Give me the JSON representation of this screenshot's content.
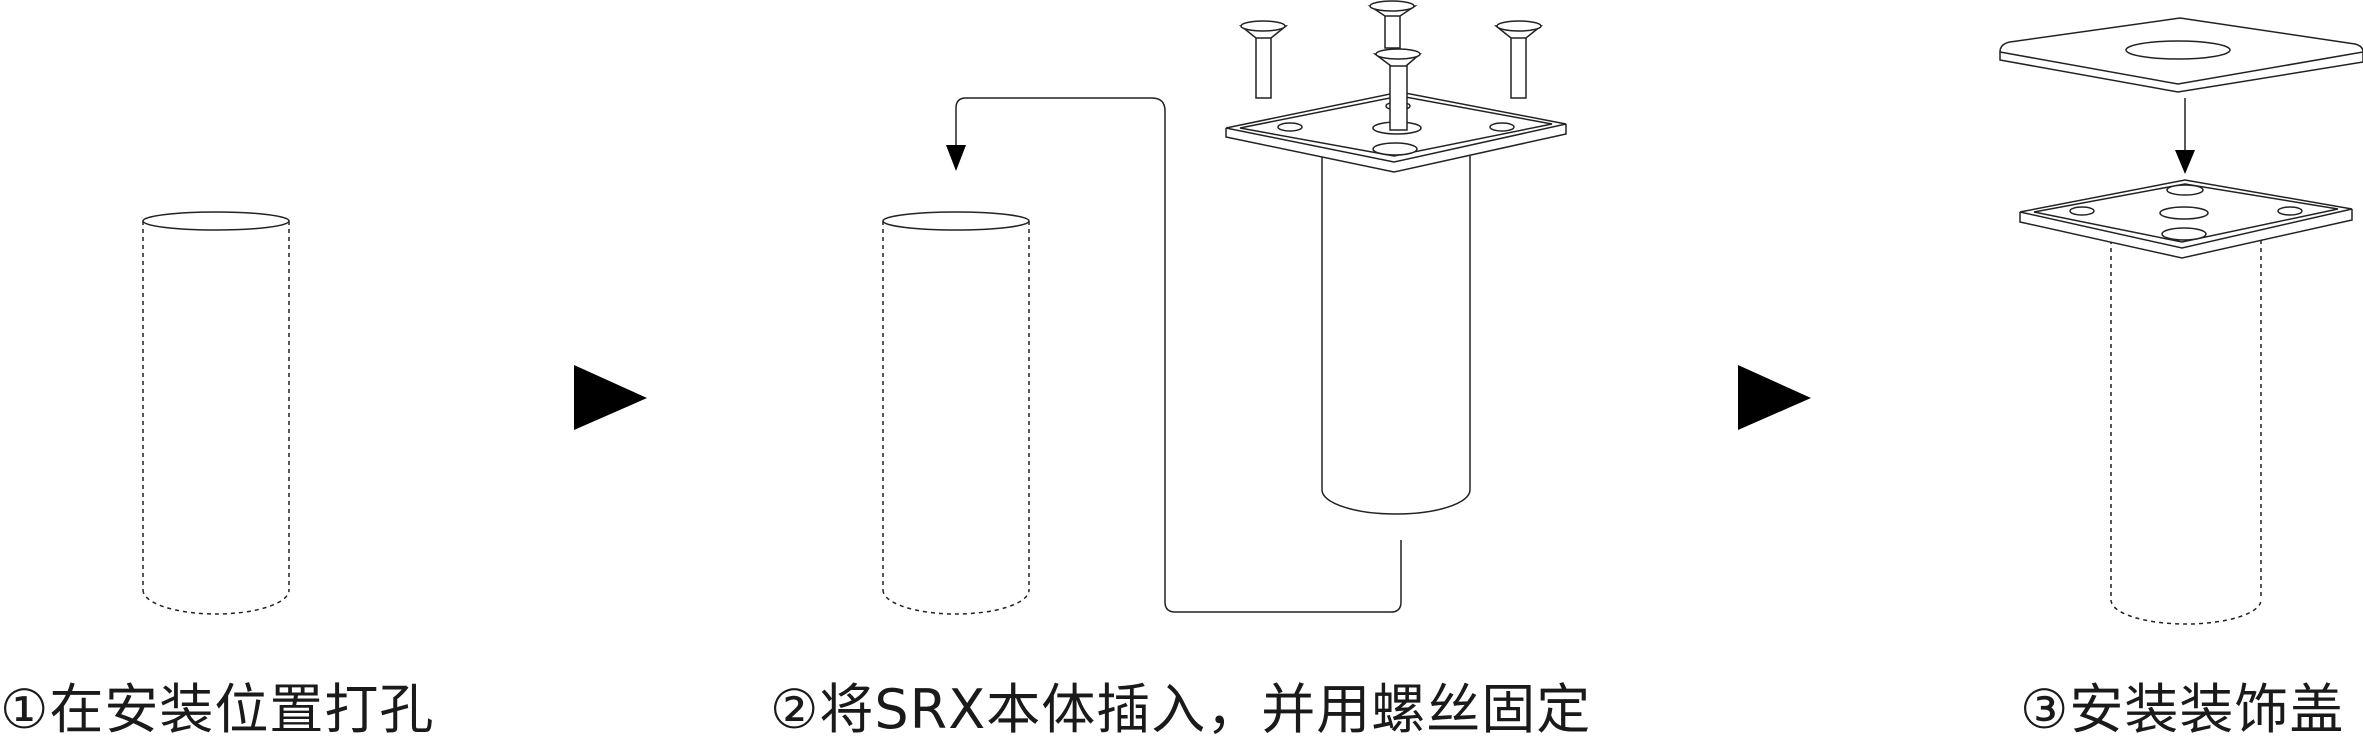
{
  "steps": [
    {
      "caption": "①在安装位置打孔"
    },
    {
      "caption": "②将SRX本体插入，并用螺丝固定"
    },
    {
      "caption": "③安装装饰盖"
    }
  ],
  "colors": {
    "line": "#222222",
    "arrow": "#000000",
    "background": "#ffffff"
  },
  "icons": [
    "play-arrow-icon",
    "down-arrow-icon",
    "screw-icon"
  ]
}
